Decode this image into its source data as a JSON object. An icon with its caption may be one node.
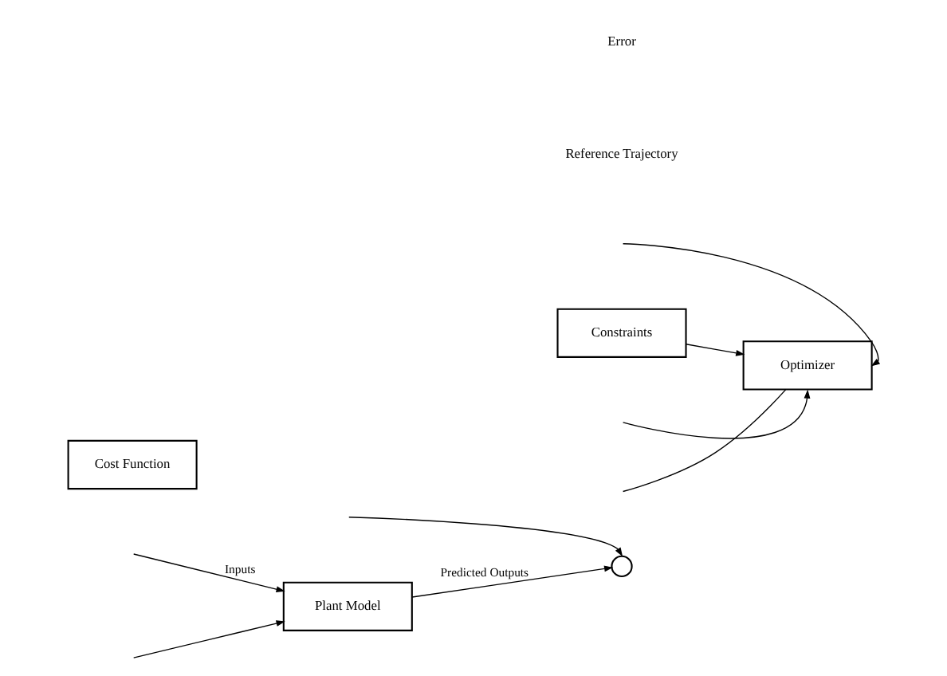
{
  "diagram": {
    "nodes": [
      {
        "text": [
          "Plant Model"
        ]
      },
      {
        "text": [],
        "shape": "circle"
      },
      {
        "text": [
          "Optimizer"
        ]
      },
      {
        "text": [
          "Cost Function"
        ]
      },
      {
        "text": [
          "Constraints"
        ]
      }
    ],
    "edges": [
      {
        "from": null,
        "to": 0,
        "arrow": "to",
        "label": "Inputs"
      },
      {
        "from": null,
        "to": 0,
        "arrow": "to"
      },
      {
        "from": 0,
        "to": 1,
        "arrow": "to",
        "label": "Predicted Outputs"
      },
      {
        "from": null,
        "to": 1,
        "arrow": "to"
      },
      {
        "from": null,
        "to": 2,
        "arrow": "to"
      },
      {
        "from": 4,
        "to": 2,
        "arrow": "to"
      },
      {
        "from": null,
        "to": 2,
        "arrow": "to"
      },
      {
        "from": null,
        "to": 2,
        "arrow": "none"
      }
    ],
    "labels": [
      "Reference Trajectory",
      "Error"
    ]
  }
}
